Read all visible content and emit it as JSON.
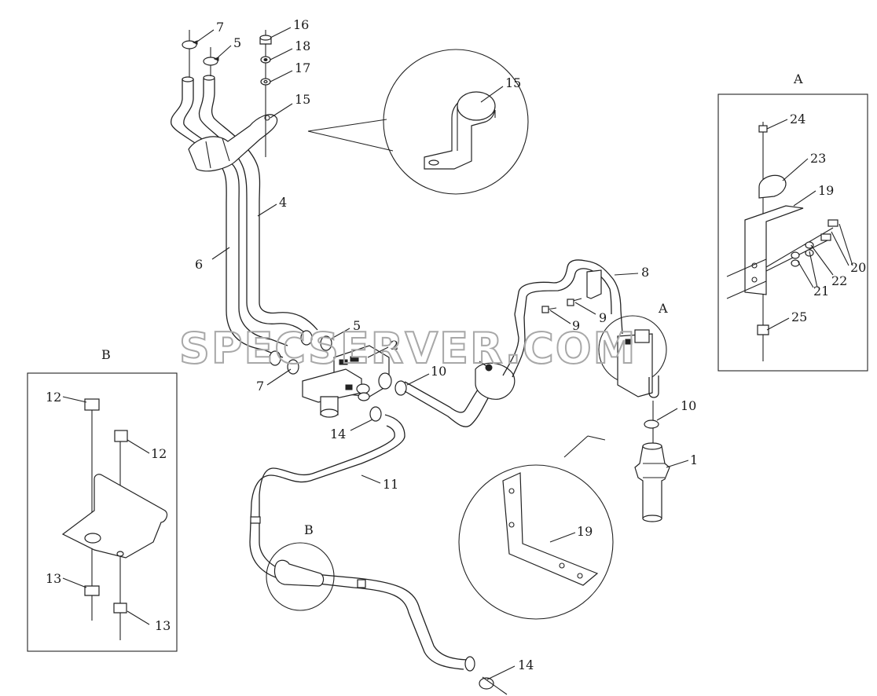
{
  "watermark": "SPECSERVER.COM",
  "detail_views": {
    "A": "A",
    "B": "B"
  },
  "callouts": {
    "c1": "1",
    "c2": "2",
    "c4": "4",
    "c5a": "5",
    "c5b": "5",
    "c6": "6",
    "c7a": "7",
    "c7b": "7",
    "c8": "8",
    "c9a": "9",
    "c9b": "9",
    "c10a": "10",
    "c10b": "10",
    "c11": "11",
    "c12a": "12",
    "c12b": "12",
    "c13a": "13",
    "c13b": "13",
    "c14a": "14",
    "c14b": "14",
    "c15a": "15",
    "c15b": "15",
    "c16": "16",
    "c17": "17",
    "c18": "18",
    "c19a": "19",
    "c19b": "19",
    "c20": "20",
    "c21": "21",
    "c22": "22",
    "c23": "23",
    "c24": "24",
    "c25": "25"
  }
}
